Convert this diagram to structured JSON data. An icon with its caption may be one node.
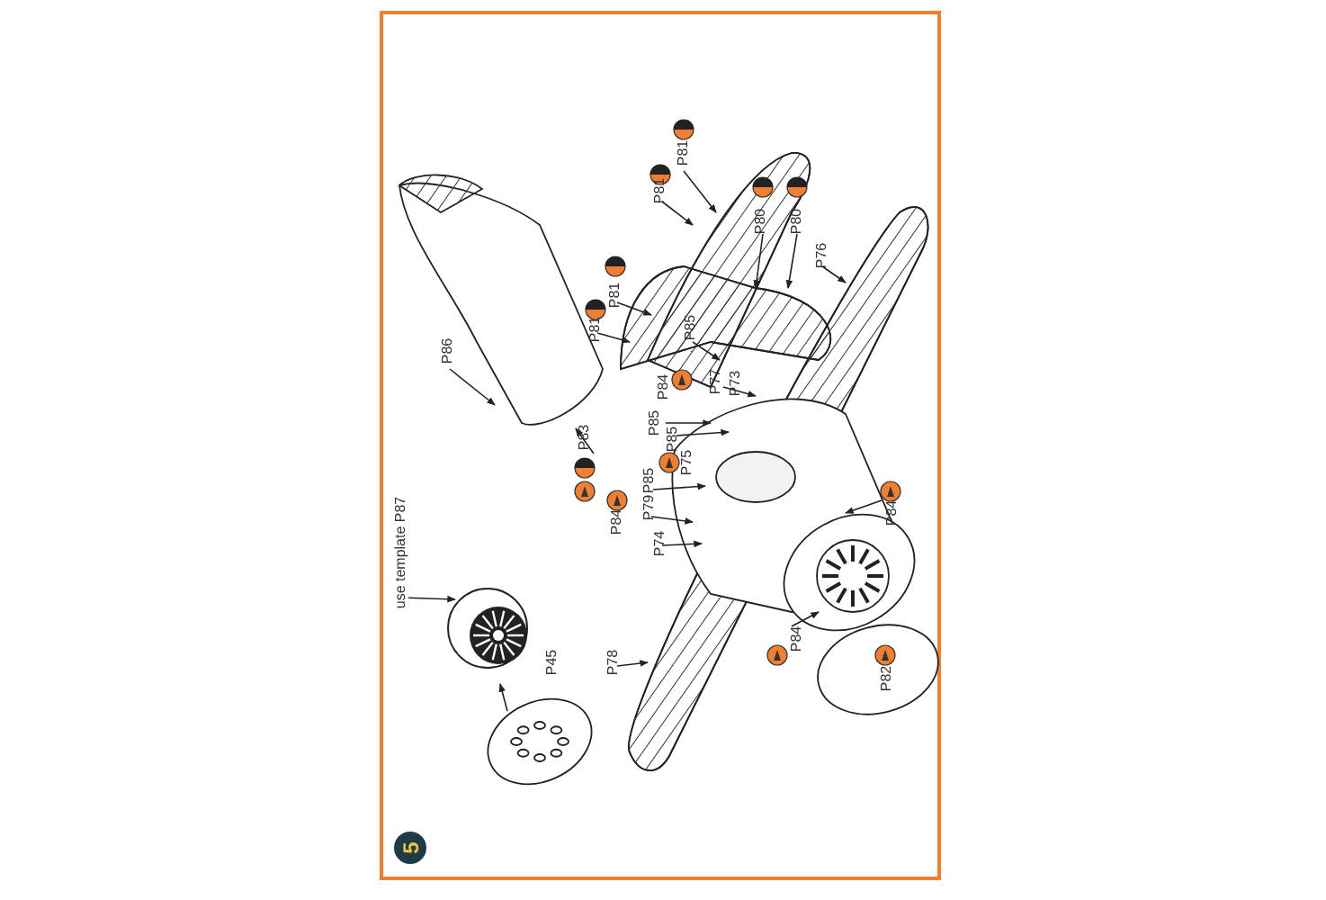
{
  "diagram": {
    "nodes": [
      {
        "text": [
          "use template P87"
        ]
      },
      {
        "text": [],
        "shape": "picture"
      },
      {
        "text": [
          "5"
        ]
      }
    ],
    "edges": [
      {
        "from": 0,
        "to": 1,
        "arrow": "to"
      }
    ],
    "labels": [
      "P81",
      "P81",
      "P80",
      "P80",
      "P76",
      "P81",
      "P81",
      "P85",
      "P86",
      "P84",
      "P77",
      "P73",
      "P83",
      "P85",
      "P85",
      "P75",
      "P85",
      "P79",
      "P84",
      "P84",
      "P74",
      "P45",
      "P78",
      "P84",
      "P82"
    ]
  }
}
